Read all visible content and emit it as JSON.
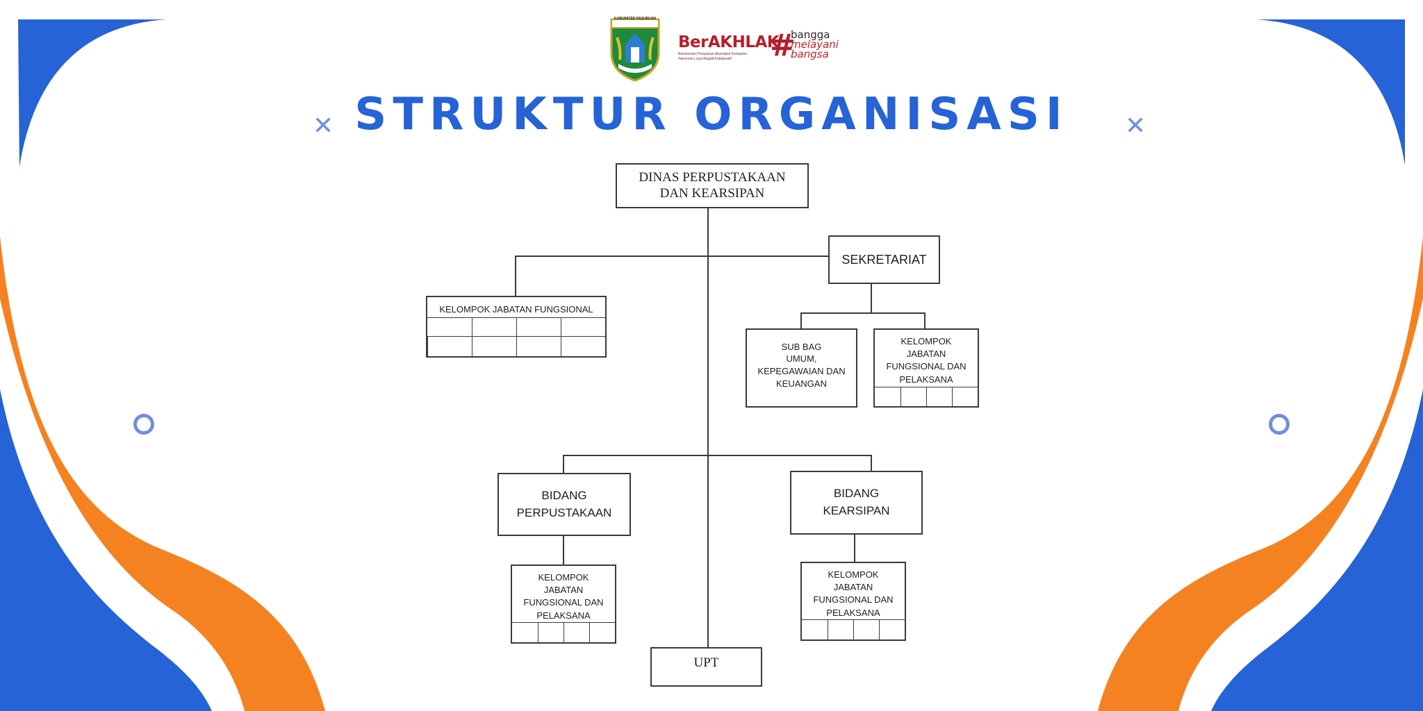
{
  "page": {
    "title": "STRUKTUR ORGANISASI",
    "colors": {
      "blue": "#2563d6",
      "orange": "#f58220",
      "deco": "#6d8fe0",
      "brand_red": "#b5202a"
    }
  },
  "logos": {
    "emblem_text": "KABUPATEN PASURUAN",
    "brand_name": "BerAKHLAK",
    "brand_sub_1": "Berorientasi Pelayanan Akuntabel Kompeten",
    "brand_sub_2": "Harmonis Loyal Adaptif Kolaboratif",
    "tagline_1": "bangga",
    "tagline_2": "melayani",
    "tagline_3": "bangsa"
  },
  "org": {
    "root": "DINAS PERPUSTAKAAN\nDAN KEARSIPAN",
    "sekretariat": "SEKRETARIAT",
    "kjf_top": "KELOMPOK JABATAN FUNGSIONAL",
    "subbag": "SUB BAG\nUMUM,\nKEPEGAWAIAN DAN\nKEUANGAN",
    "kjf_sek": "KELOMPOK\nJABATAN\nFUNGSIONAL DAN\nPELAKSANA",
    "bidang_perpus": "BIDANG\nPERPUSTAKAAN",
    "bidang_kearsipan": "BIDANG\nKEARSIPAN",
    "kjf_perpus": "KELOMPOK\nJABATAN\nFUNGSIONAL DAN\nPELAKSANA",
    "kjf_kearsipan": "KELOMPOK\nJABATAN\nFUNGSIONAL DAN\nPELAKSANA",
    "upt": "UPT"
  },
  "icons": [
    "emblem-logo",
    "berakhlak-logo",
    "x-mark-icon",
    "circle-icon"
  ]
}
